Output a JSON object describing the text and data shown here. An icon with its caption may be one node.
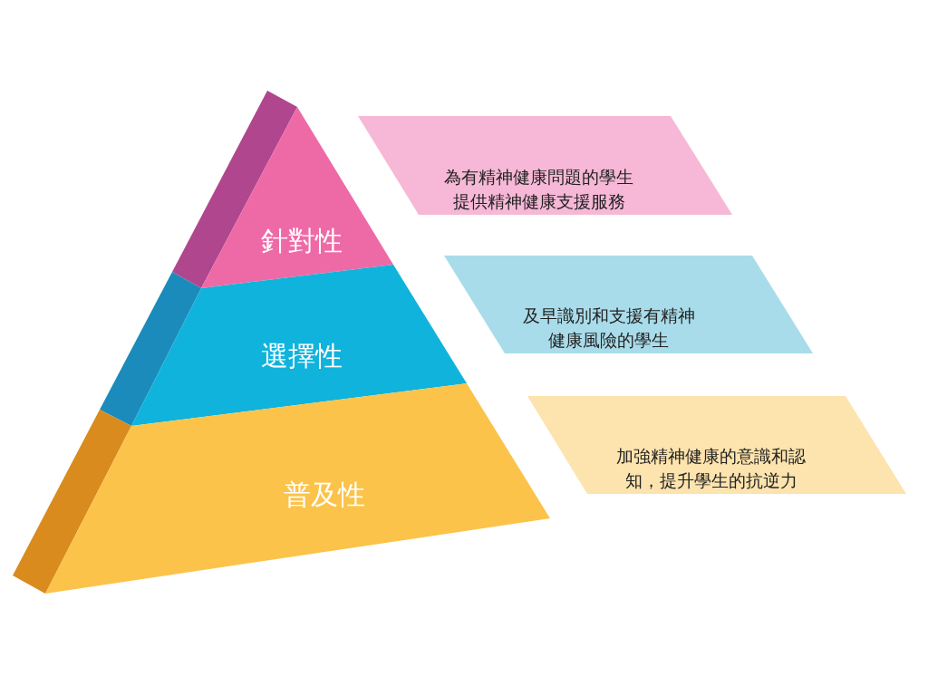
{
  "diagram": {
    "nodes": [
      {
        "text": [
          "針對性"
        ]
      },
      {
        "text": [
          "選擇性"
        ]
      },
      {
        "text": [
          "普及性"
        ]
      },
      {
        "text": [
          "為有精神健康問題的學生提供精神健康支援服務"
        ]
      },
      {
        "text": [
          "及早識別和支援有精神健康風險的學生"
        ]
      },
      {
        "text": [
          "加強精神健康的意識和認知，提升學生的抗逆力"
        ]
      }
    ]
  }
}
